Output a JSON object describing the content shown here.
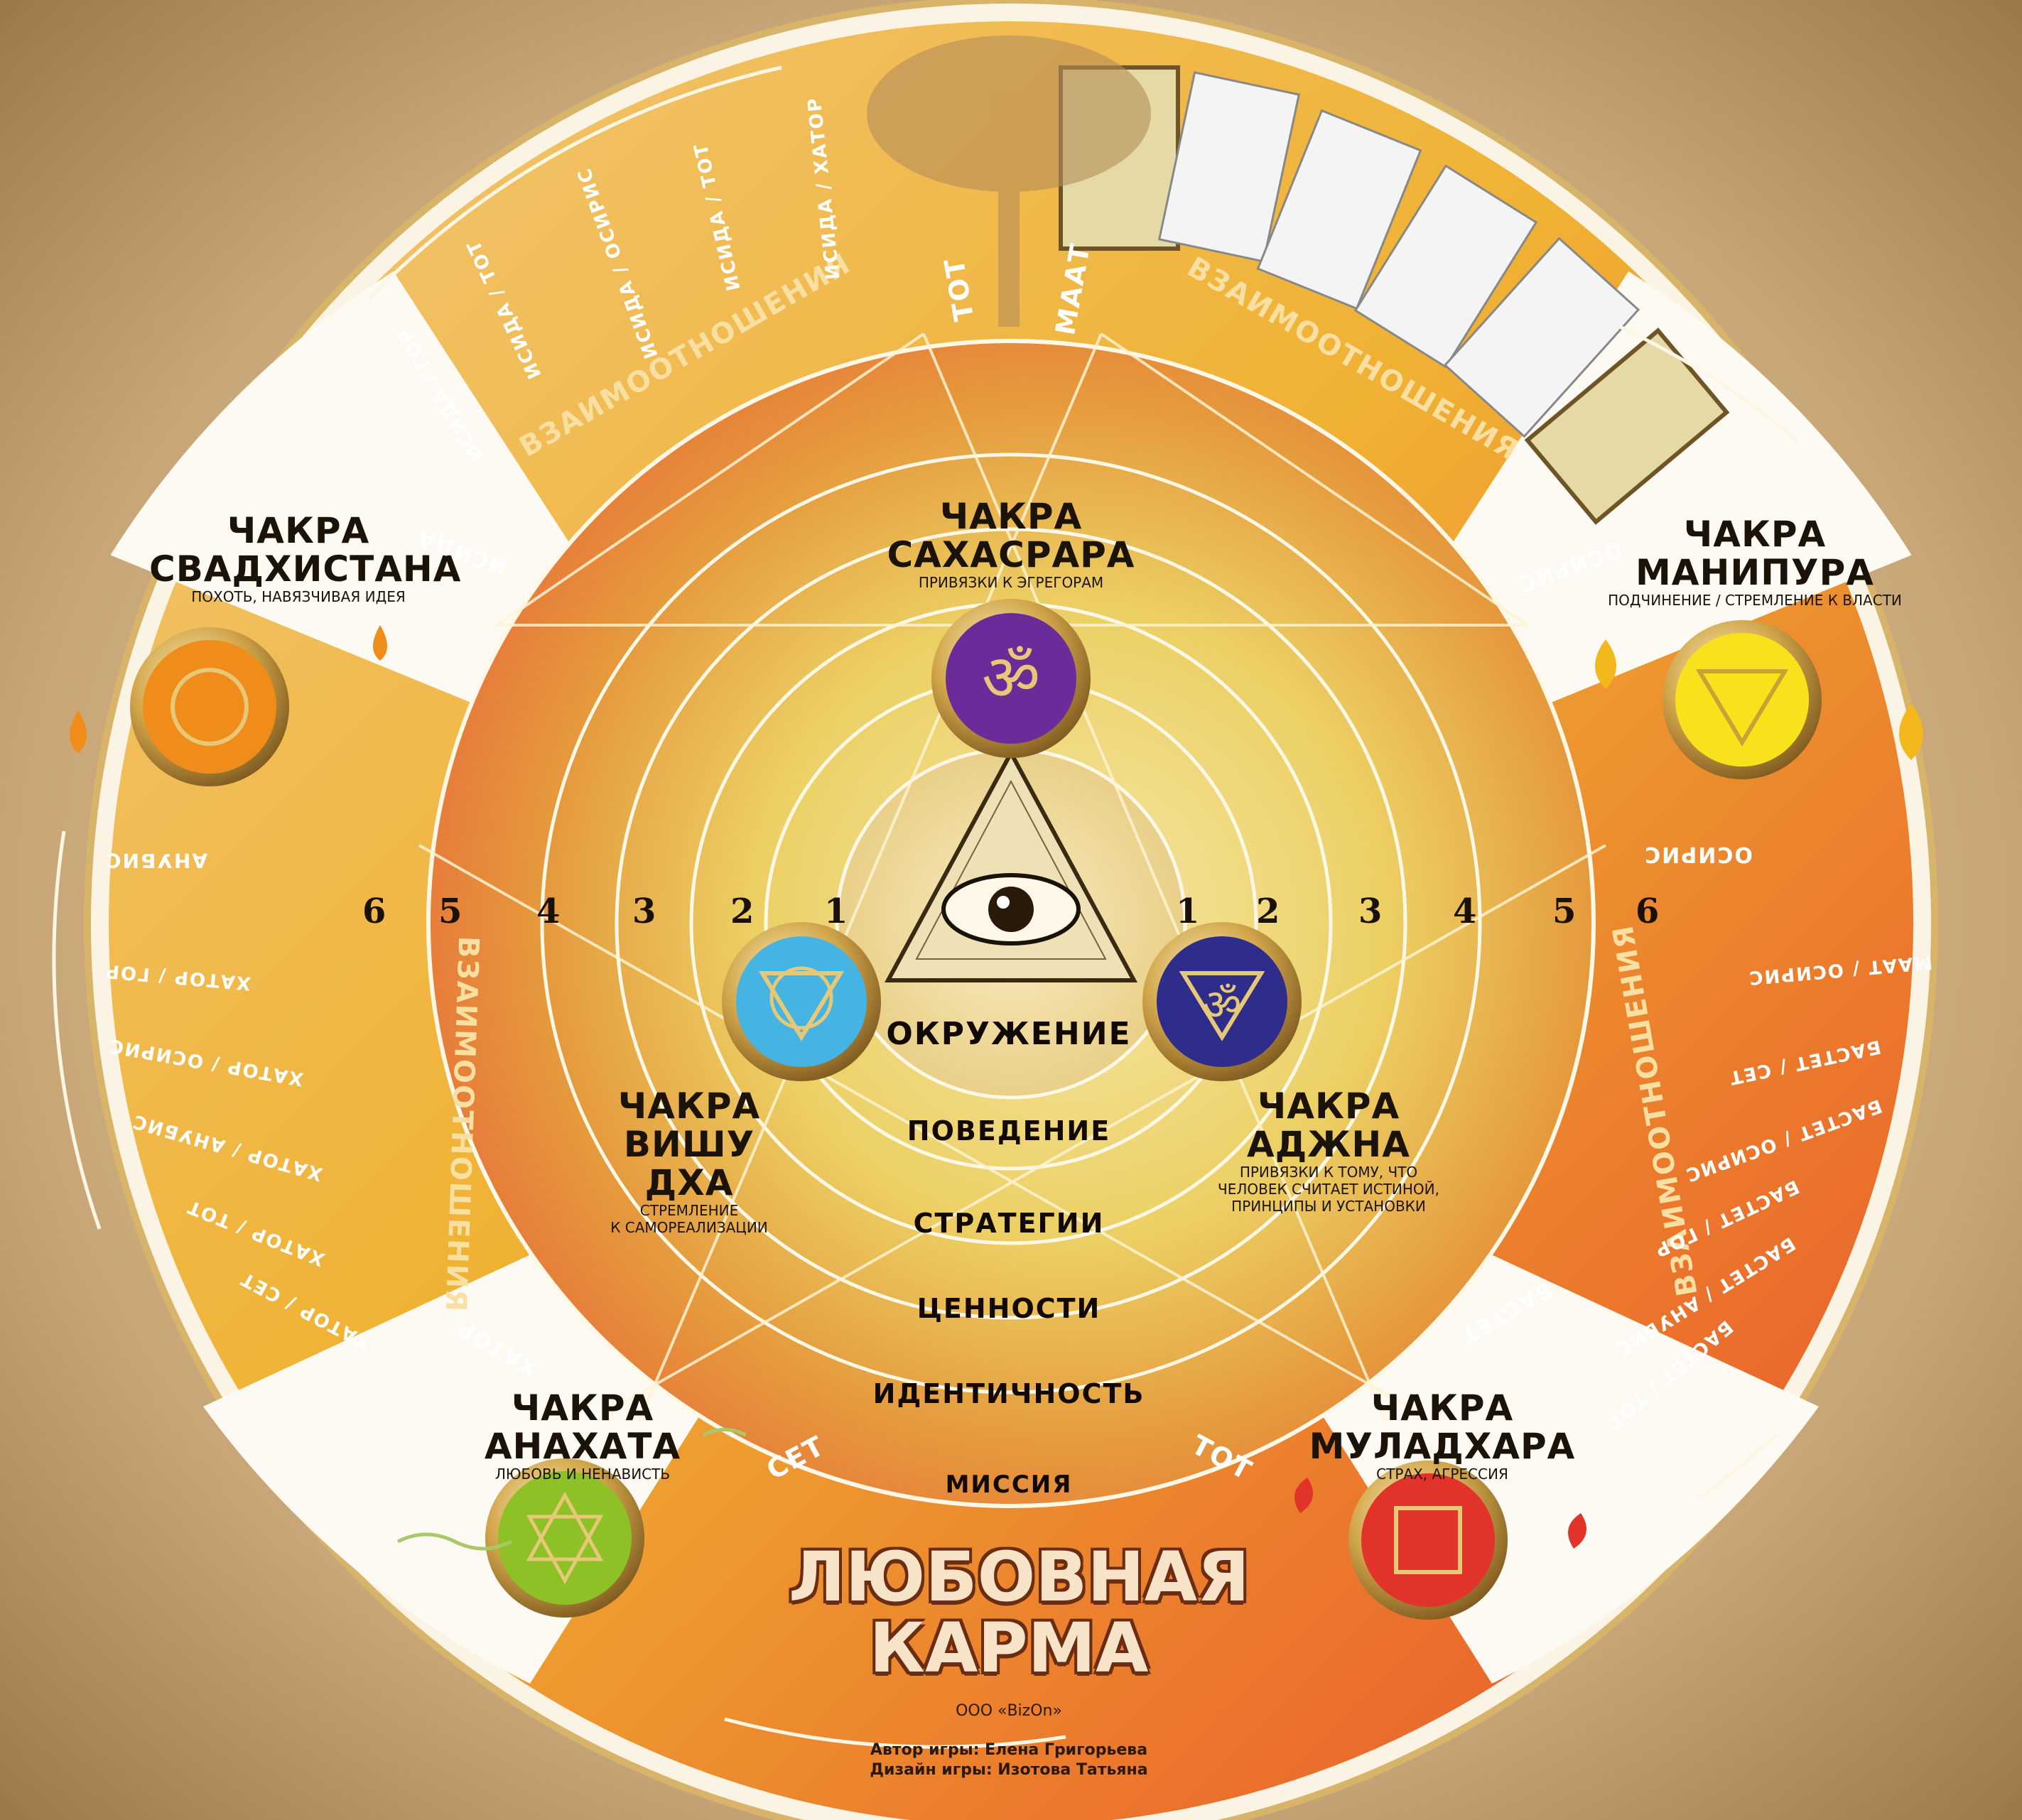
{
  "game": {
    "title_line1": "ЛЮБОВНАЯ",
    "title_line2": "КАРМА",
    "publisher": "ООО «BizOn»",
    "author": "Автор игры: Елена Григорьева",
    "designer": "Дизайн игры: Изотова Татьяна"
  },
  "center": {
    "rings": [
      {
        "number": "1",
        "label": "ОКРУЖЕНИЕ"
      },
      {
        "number": "2",
        "label": "ПОВЕДЕНИЕ"
      },
      {
        "number": "3",
        "label": "СТРАТЕГИИ"
      },
      {
        "number": "4",
        "label": "ЦЕННОСТИ"
      },
      {
        "number": "5",
        "label": "ИДЕНТИЧНОСТЬ"
      },
      {
        "number": "6",
        "label": "МИССИЯ"
      }
    ],
    "eye_icon": "eye-of-providence-icon"
  },
  "chakras": [
    {
      "id": "sahasrara",
      "title_line1": "ЧАКРА",
      "title_line2": "САХАСРАРА",
      "subtitle": "ПРИВЯЗКИ К ЭГРЕГОРАМ",
      "color": "#6b2c9a"
    },
    {
      "id": "vishuddha",
      "title_line1": "ЧАКРА",
      "title_line2": "ВИШУ ДХА",
      "subtitle_line1": "СТРЕМЛЕНИЕ",
      "subtitle_line2": "К САМОРЕАЛИЗАЦИИ",
      "color": "#45b4e3"
    },
    {
      "id": "ajna",
      "title_line1": "ЧАКРА",
      "title_line2": "АДЖНА",
      "subtitle_line1": "ПРИВЯЗКИ К ТОМУ, ЧТО",
      "subtitle_line2": "ЧЕЛОВЕК СЧИТАЕТ ИСТИНОЙ,",
      "subtitle_line3": "ПРИНЦИПЫ И УСТАНОВКИ",
      "color": "#2e2d8c"
    },
    {
      "id": "svadhisthana",
      "title_line1": "ЧАКРА",
      "title_line2": "СВАДХИСТАНА",
      "subtitle": "ПОХОТЬ, НАВЯЗЧИВАЯ ИДЕЯ",
      "color": "#f08d1a"
    },
    {
      "id": "manipura",
      "title_line1": "ЧАКРА",
      "title_line2": "МАНИПУРА",
      "subtitle": "ПОДЧИНЕНИЕ / СТРЕМЛЕНИЕ К ВЛАСТИ",
      "color": "#f7e21c"
    },
    {
      "id": "anahata",
      "title_line1": "ЧАКРА",
      "title_line2": "АНАХАТА",
      "subtitle": "ЛЮБОВЬ И НЕНАВИСТЬ",
      "color": "#8dc126"
    },
    {
      "id": "muladhara",
      "title_line1": "ЧАКРА",
      "title_line2": "МУЛАДХАРА",
      "subtitle": "СТРАХ, АГРЕССИЯ",
      "color": "#e2332a"
    }
  ],
  "sectors": {
    "ring_label": "ВЗАИМООТНОШЕНИЯ",
    "top_gods": [
      "ТОТ",
      "МААТ"
    ],
    "bottom_gods": [
      "СЕТ",
      "ТОТ"
    ],
    "left_top_items": [
      "ИСИДА",
      "ИСИДА / ГОР",
      "ИСИДА / ТОТ",
      "ИСИДА / ОСИРИС",
      "ИСИДА / ТОТ",
      "ИСИДА / ХАТОР"
    ],
    "left_items": [
      "АНУБИС",
      "ХАТОР / ГОР",
      "ХАТОР / ОСИРИС",
      "ХАТОР / АНУБИС",
      "ХАТОР / ТОТ",
      "ХАТОР / СЕТ",
      "ХАТОР"
    ],
    "right_items": [
      "ОСИРИС",
      "МААТ / ОСИРИС",
      "БАСТЕТ / СЕТ",
      "БАСТЕТ / ОСИРИС",
      "БАСТЕТ / ГОР",
      "БАСТЕТ / АНУБИС",
      "БАСТЕТ / ТОТ",
      "БАСТЕТ"
    ],
    "top_right_label": "ОСИРИС"
  }
}
